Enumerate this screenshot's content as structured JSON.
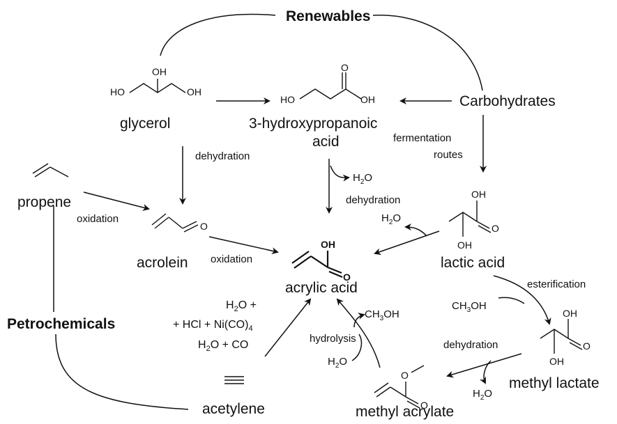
{
  "groups": {
    "renewables": "Renewables",
    "petrochemicals": "Petrochemicals"
  },
  "compounds": {
    "glycerol": "glycerol",
    "hpa_line1": "3-hydroxypropanoic",
    "hpa_line2": "acid",
    "carbohydrates": "Carbohydrates",
    "propene": "propene",
    "acrolein": "acrolein",
    "acrylic_acid": "acrylic acid",
    "lactic_acid": "lactic acid",
    "methyl_lactate": "methyl lactate",
    "methyl_acrylate": "methyl acrylate",
    "acetylene": "acetylene"
  },
  "steps": {
    "dehydration_glycerol": "dehydration",
    "fermentation_line1": "fermentation",
    "fermentation_line2": "routes",
    "dehydration_hpa": "dehydration",
    "oxidation_propene": "oxidation",
    "oxidation_acrolein": "oxidation",
    "esterification": "esterification",
    "hydrolysis": "hydrolysis",
    "dehydration_lactate": "dehydration"
  },
  "reagents": {
    "h2o": "H",
    "sub2": "2",
    "o": "O",
    "ch3oh_a": "CH",
    "ch3oh_3": "3",
    "ch3oh_b": "OH",
    "acetylene_r1_a": "H",
    "acetylene_r1_2": "2",
    "acetylene_r1_b": "O +",
    "acetylene_r2_a": "+ HCl + Ni(CO)",
    "acetylene_r2_4": "4",
    "acetylene_r3_a": "H",
    "acetylene_r3_2": "2",
    "acetylene_r3_b": "O + CO"
  },
  "atoms": {
    "ho": "HO",
    "oh": "OH",
    "o": "O"
  }
}
